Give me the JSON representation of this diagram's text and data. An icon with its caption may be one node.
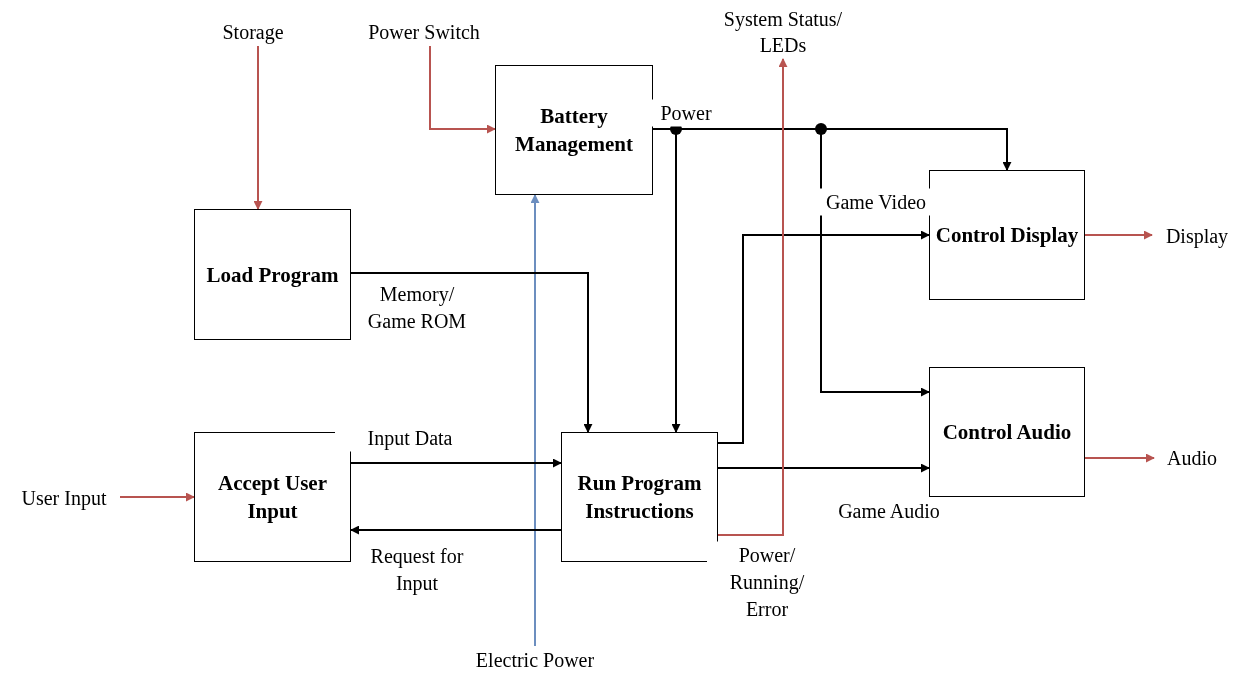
{
  "diagram": {
    "nodes": [
      {
        "text": [
          "Storage"
        ]
      },
      {
        "text": [
          "Power Switch"
        ]
      },
      {
        "text": [
          "System Status/ LEDs"
        ]
      },
      {
        "text": [
          "Battery Management"
        ]
      },
      {
        "text": [
          "Load Program"
        ]
      },
      {
        "text": [
          "Control Display"
        ]
      },
      {
        "text": [
          "Display"
        ]
      },
      {
        "text": [
          "Accept User Input"
        ]
      },
      {
        "text": [
          "Run Program Instructions"
        ]
      },
      {
        "text": [
          "Control Audio"
        ]
      },
      {
        "text": [
          "Audio"
        ]
      },
      {
        "text": [
          "User Input"
        ]
      },
      {
        "text": [
          "Electric Power"
        ]
      }
    ],
    "edges": [
      {
        "from": 0,
        "to": 4,
        "arrow": "to",
        "color": "#b85450"
      },
      {
        "from": 1,
        "to": 3,
        "arrow": "to",
        "color": "#b85450"
      },
      {
        "from": 12,
        "to": 3,
        "arrow": "to",
        "color": "#6c8ebf"
      },
      {
        "from": 3,
        "to": 5,
        "arrow": "to",
        "label": "Power"
      },
      {
        "from": 3,
        "to": 8,
        "arrow": "to"
      },
      {
        "from": 3,
        "to": 9,
        "arrow": "to"
      },
      {
        "from": 4,
        "to": 8,
        "arrow": "to",
        "label": "Memory/ Game ROM"
      },
      {
        "from": 8,
        "to": 5,
        "arrow": "to",
        "label": "Game Video"
      },
      {
        "from": 5,
        "to": 6,
        "arrow": "to",
        "color": "#b85450"
      },
      {
        "from": 7,
        "to": 8,
        "arrow": "to",
        "label": "Input Data"
      },
      {
        "from": 8,
        "to": 7,
        "arrow": "to",
        "label": "Request for Input"
      },
      {
        "from": 11,
        "to": 7,
        "arrow": "to",
        "color": "#b85450"
      },
      {
        "from": 8,
        "to": 9,
        "arrow": "to",
        "label": "Game Audio"
      },
      {
        "from": 9,
        "to": 10,
        "arrow": "to",
        "color": "#b85450"
      },
      {
        "from": 8,
        "to": 2,
        "arrow": "to",
        "color": "#b85450",
        "label": "Power/ Running/ Error"
      }
    ]
  }
}
